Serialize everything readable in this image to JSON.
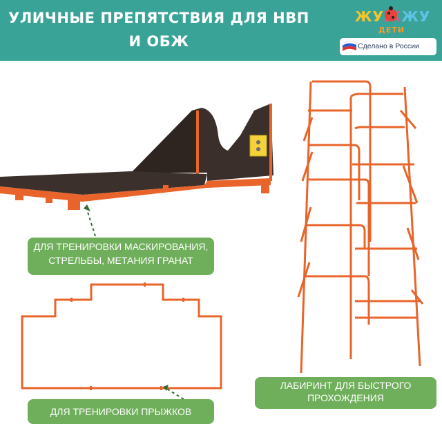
{
  "header": {
    "title_line1": "УЛИЧНЫЕ ПРЕПЯТСТВИЯ ДЛЯ НВП",
    "title_line2": "И ОБЖ",
    "background_color": "#3aa398"
  },
  "logo": {
    "part1": "ЖУ",
    "part2": "Ж",
    "part3": "ЖУ",
    "subtitle": "ДЕТИ"
  },
  "badge": {
    "text": "Сделано в России",
    "icon": "russia-flag-wave-icon"
  },
  "labels": {
    "camouflage_line1": "ДЛЯ ТРЕНИРОВКИ МАСКИРОВАНИЯ,",
    "camouflage_line2": "СТРЕЛЬБЫ, МЕТАНИЯ ГРАНАТ",
    "jumps": "ДЛЯ ТРЕНИРОВКИ ПРЫЖКОВ",
    "labyrinth_line1": "ЛАБИРИНТ ДЛЯ БЫСТРОГО",
    "labyrinth_line2": "ПРОХОЖДЕНИЯ"
  },
  "colors": {
    "accent_green": "#6fae5a",
    "frame_orange": "#e8642a",
    "panel_dark": "#3a2f2a"
  }
}
